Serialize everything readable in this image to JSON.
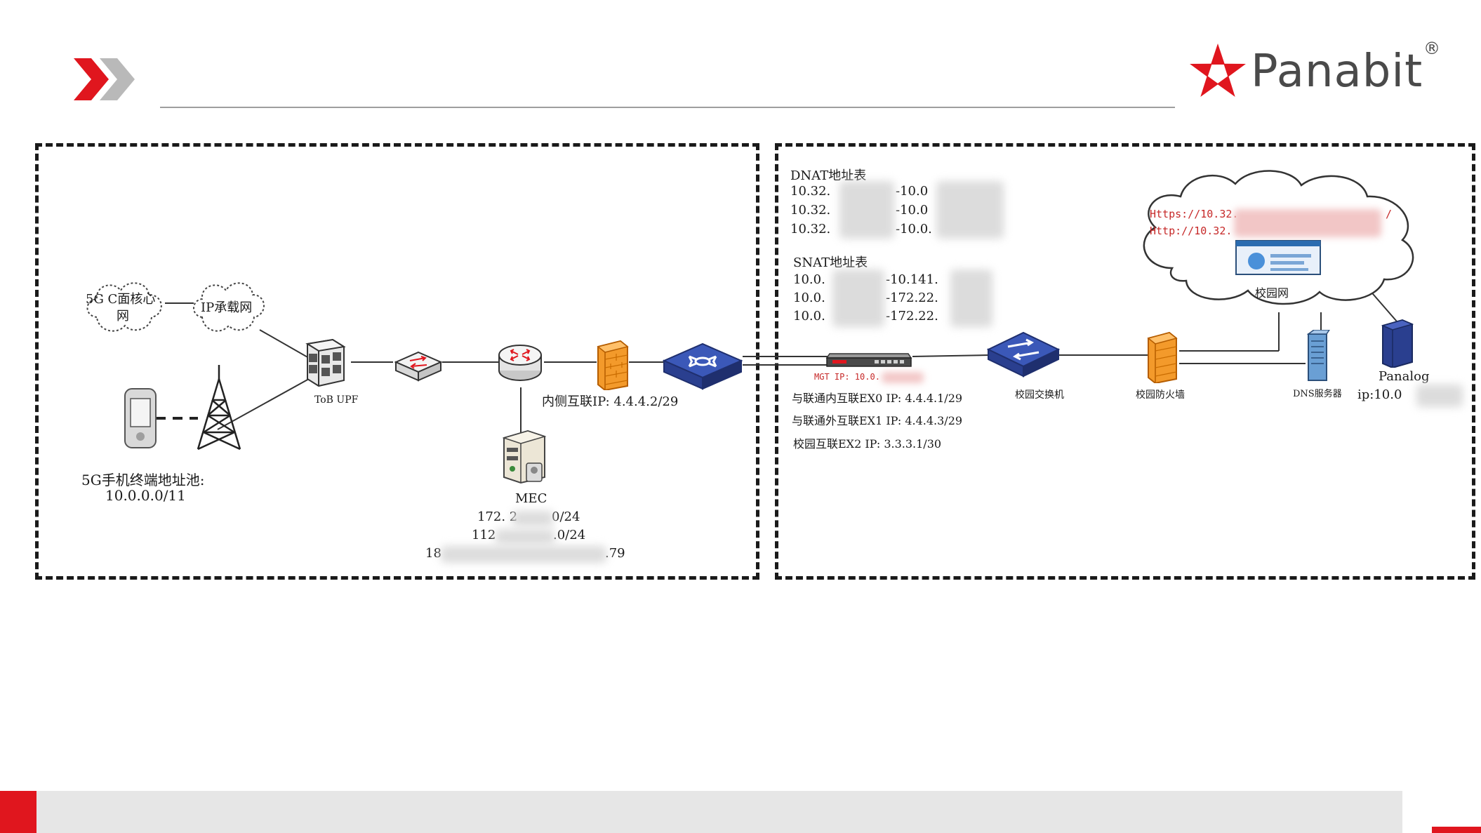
{
  "brand": {
    "name": "Panabit",
    "registered_mark": "®",
    "accent": "#e0161e"
  },
  "left_region": {
    "core_cloud_label_line1": "5G C面核心",
    "core_cloud_label_line2": "网",
    "ip_cloud_label": "IP承载网",
    "upf_label": "ToB UPF",
    "pool_title": "5G手机终端地址池:",
    "pool_value": "10.0.0.0/11",
    "inner_ip_label": "内侧互联IP: 4.4.4.2/29",
    "mec_label": "MEC",
    "mec_ip_1_left": "172. 2",
    "mec_ip_1_right": "0/24",
    "mec_ip_2_left": "112",
    "mec_ip_2_right": ".0/24",
    "mec_ip_3_left": "18",
    "mec_ip_3_right": ".79"
  },
  "right_region": {
    "dnat_title": "DNAT地址表",
    "dnat_rows": [
      {
        "left": "10.32.",
        "mid": "-10.0"
      },
      {
        "left": "10.32.",
        "mid": "-10.0"
      },
      {
        "left": "10.32.",
        "mid": "-10.0."
      }
    ],
    "snat_title": "SNAT地址表",
    "snat_rows": [
      {
        "left": "10.0.",
        "mid": "-10.141."
      },
      {
        "left": "10.0.",
        "mid": "-172.22."
      },
      {
        "left": "10.0.",
        "mid": "-172.22."
      }
    ],
    "mgt_ip": "MGT IP: 10.0.",
    "ex0": "与联通内互联EX0  IP: 4.4.4.1/29",
    "ex1": "与联通外互联EX1  IP: 4.4.4.3/29",
    "ex2": "校园互联EX2  IP: 3.3.3.1/30",
    "switch_label": "校园交换机",
    "firewall_label": "校园防火墙",
    "dns_label": "DNS服务器",
    "campus_cloud_https": "Https://10.32.",
    "campus_cloud_http": "Http://10.32.",
    "campus_cloud_tail": "/",
    "campus_label": "校园网",
    "panalog_label": "Panalog",
    "panalog_ip": "ip:10.0"
  }
}
